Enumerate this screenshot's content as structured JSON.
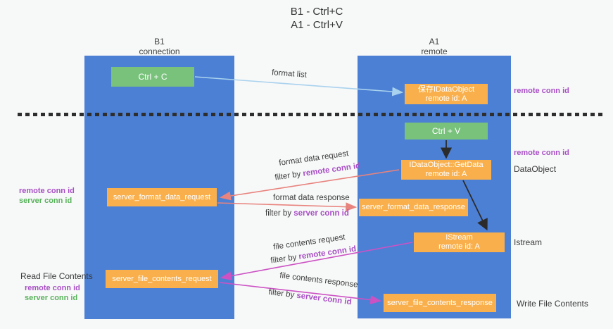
{
  "title": {
    "line1": "B1 - Ctrl+C",
    "line2": "A1 - Ctrl+V"
  },
  "columns": {
    "left": {
      "header_line1": "B1",
      "header_line2": "connection"
    },
    "right": {
      "header_line1": "A1",
      "header_line2": "remote"
    }
  },
  "boxes": {
    "ctrl_c": "Ctrl + C",
    "ctrl_v": "Ctrl + V",
    "save_idataobject": {
      "line1": "保存IDataObject",
      "line2": "remote id: A"
    },
    "getdata": {
      "line1": "IDataObject::GetData",
      "line2": "remote id: A"
    },
    "istream": {
      "line1": "IStream",
      "line2": "remote id: A"
    },
    "format_request": "server_format_data_request",
    "format_response": "server_format_data_response",
    "file_request": "server_file_contents_request",
    "file_response": "server_file_contents_response"
  },
  "side_labels": {
    "right_conn_top": "remote conn id",
    "right_conn_mid": "remote conn id",
    "dataobject": "DataObject",
    "istream": "Istream",
    "write_file": "Write File Contents",
    "left_mid_remote": "remote conn id",
    "left_mid_server": "server conn id",
    "read_file": "Read File Contents",
    "left_bottom_remote": "remote conn id",
    "left_bottom_server": "server conn id"
  },
  "arrow_labels": {
    "format_list": "format list",
    "format_request_line": "format data request",
    "format_request_filter": "filter by ",
    "format_request_conn": "remote conn id",
    "format_response_line": "format data response",
    "format_response_filter": "filter by ",
    "format_response_conn": "server conn id",
    "file_request_line": "file contents request",
    "file_request_filter": "filter by ",
    "file_request_conn": "remote conn id",
    "file_response_line": "file contents response",
    "file_response_filter": "filter by ",
    "file_response_conn": "server conn id"
  },
  "colors": {
    "column_blue": "#4c80d5",
    "box_green": "#79c27c",
    "box_orange": "#f9b04c",
    "arrow_light_blue": "#a9d2ee",
    "arrow_salmon": "#e8837d",
    "arrow_magenta": "#cc52c4",
    "arrow_black": "#2b2b2b",
    "label_purple": "#a84fc5",
    "label_green": "#58b35b"
  }
}
